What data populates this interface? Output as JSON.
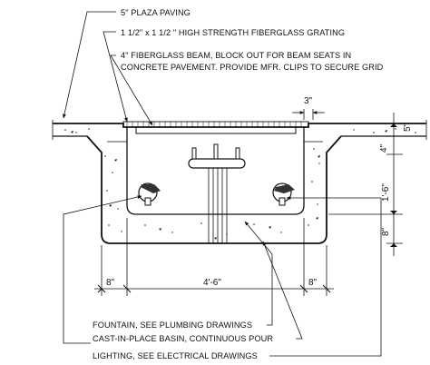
{
  "notes": {
    "plaza_paving": "5\" PLAZA PAVING",
    "grating": "1 1/2\" x 1 1/2 \" HIGH STRENGTH FIBERGLASS GRATING",
    "beam_line1": "4\" FIBERGLASS BEAM, BLOCK OUT FOR BEAM SEATS IN",
    "beam_line2": "CONCRETE PAVEMENT.  PROVIDE MFR. CLIPS TO SECURE GRID",
    "fountain": "FOUNTAIN, SEE PLUMBING DRAWINGS",
    "basin": "CAST-IN-PLACE BASIN, CONTINUOUS POUR",
    "lighting": "LIGHTING, SEE ELECTRICAL DRAWINGS"
  },
  "dimensions": {
    "top_3in": "3\"",
    "right_5in": "5\"",
    "right_4in": "4\"",
    "right_1ft6in": "1'-6\"",
    "right_8in": "8\"",
    "bottom_left_8in": "8\"",
    "bottom_center": "4'-6\"",
    "bottom_right_8in": "8\""
  }
}
